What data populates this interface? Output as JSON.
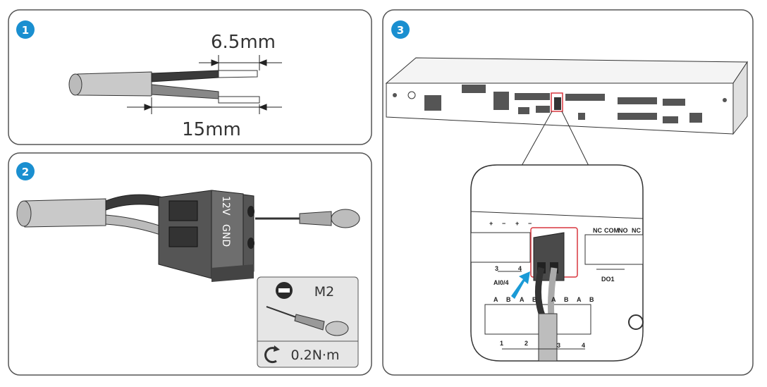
{
  "colors": {
    "badge": "#1a8fd0",
    "panel_border": "#555555",
    "highlight": "#d9363e",
    "arrow": "#1a9ad6"
  },
  "steps": [
    {
      "number": "1",
      "dimensions": {
        "short": "6.5mm",
        "long": "15mm"
      }
    },
    {
      "number": "2",
      "terminal_labels": [
        "12V",
        "GND"
      ],
      "tool": {
        "icon": "flat-screwdriver-icon",
        "size": "M2",
        "torque_icon": "rotate-clockwise-icon",
        "torque": "0.2N·m"
      }
    },
    {
      "number": "3",
      "port_labels": {
        "top_signs": [
          "+",
          "−",
          "+",
          "−"
        ],
        "relay": [
          "NC",
          "COM",
          "NO",
          "NC"
        ],
        "relay_group": "DO1",
        "ai_numbers": [
          "3",
          "4"
        ],
        "ai_group": "AI0/4",
        "rs485_letters": [
          "A",
          "B",
          "A",
          "B",
          "A",
          "B",
          "A",
          "B"
        ],
        "rs485_numbers": [
          "1",
          "2",
          "3",
          "4"
        ]
      }
    }
  ]
}
